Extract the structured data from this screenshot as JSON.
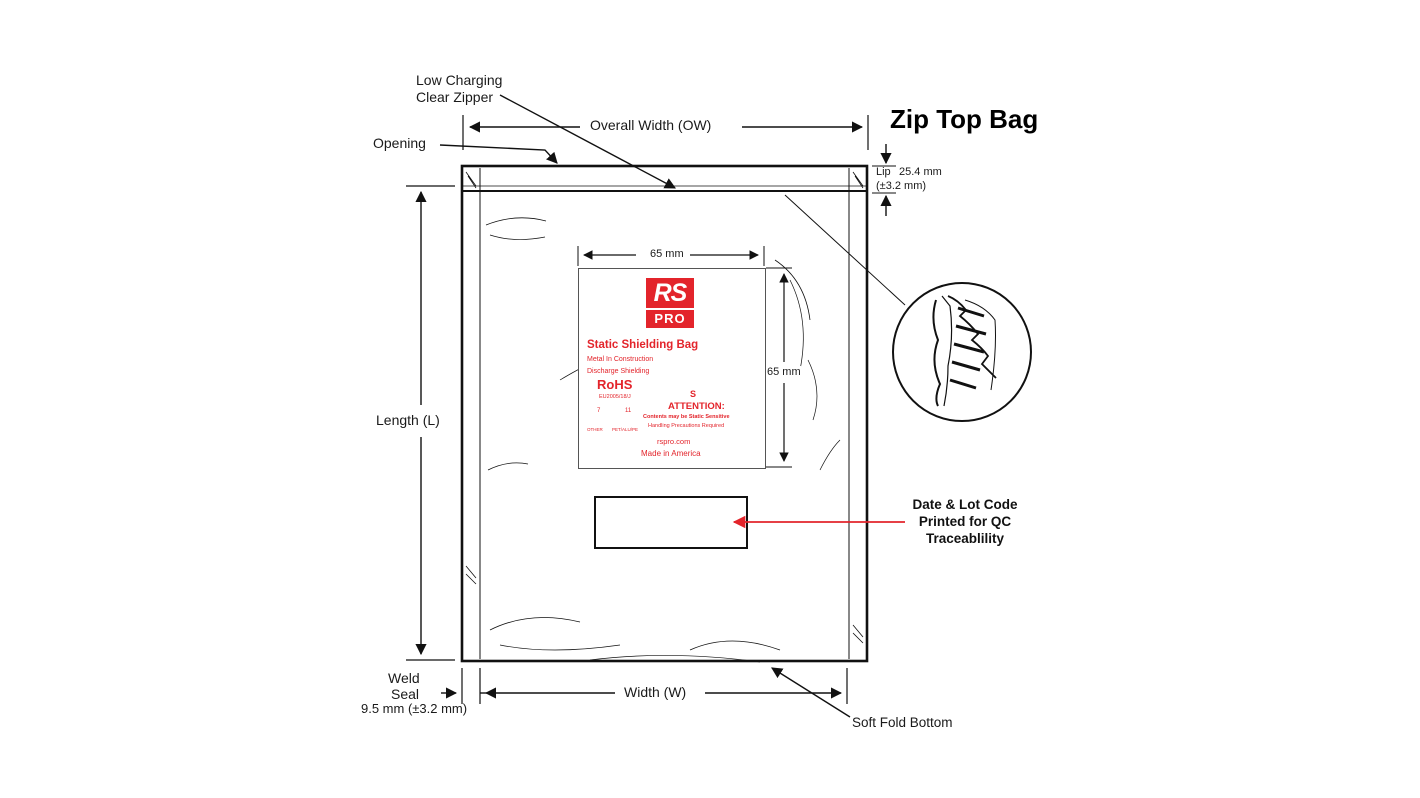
{
  "diagram": {
    "title": "Zip Top Bag",
    "zipper_label_line1": "Low Charging",
    "zipper_label_line2": "Clear Zipper",
    "overall_width": "Overall Width (OW)",
    "opening": "Opening",
    "lip_label": "Lip",
    "lip_value": "25.4 mm",
    "lip_tolerance": "(±3.2 mm)",
    "length": "Length (L)",
    "weld_line1": "Weld",
    "weld_line2": "Seal",
    "weld_value": "9.5 mm (±3.2 mm)",
    "width": "Width (W)",
    "soft_fold": "Soft Fold Bottom",
    "date_lot_line1": "Date & Lot Code",
    "date_lot_line2": "Printed for QC",
    "date_lot_line3": "Traceablility"
  },
  "label": {
    "width_dim": "65 mm",
    "height_dim": "65 mm",
    "logo_top": "RS",
    "logo_bottom": "PRO",
    "product": "Static Shielding Bag",
    "line1": "Metal In Construction",
    "line2": "Discharge Shielding",
    "rohs": "RoHS",
    "rohs_sub": "EU2005/18/J",
    "esd_letter": "S",
    "attention": "ATTENTION:",
    "attention_line1": "Contents may be Static Sensitive",
    "attention_line2": "Handling Precautions Required",
    "recycle1_code": "7",
    "recycle1_label": "OTHER",
    "recycle2_code": "11",
    "recycle2_label": "PET/ALU/PE",
    "website": "rspro.com",
    "made_in": "Made in America"
  },
  "colors": {
    "accent_red": "#e3242b",
    "line": "#111111"
  }
}
